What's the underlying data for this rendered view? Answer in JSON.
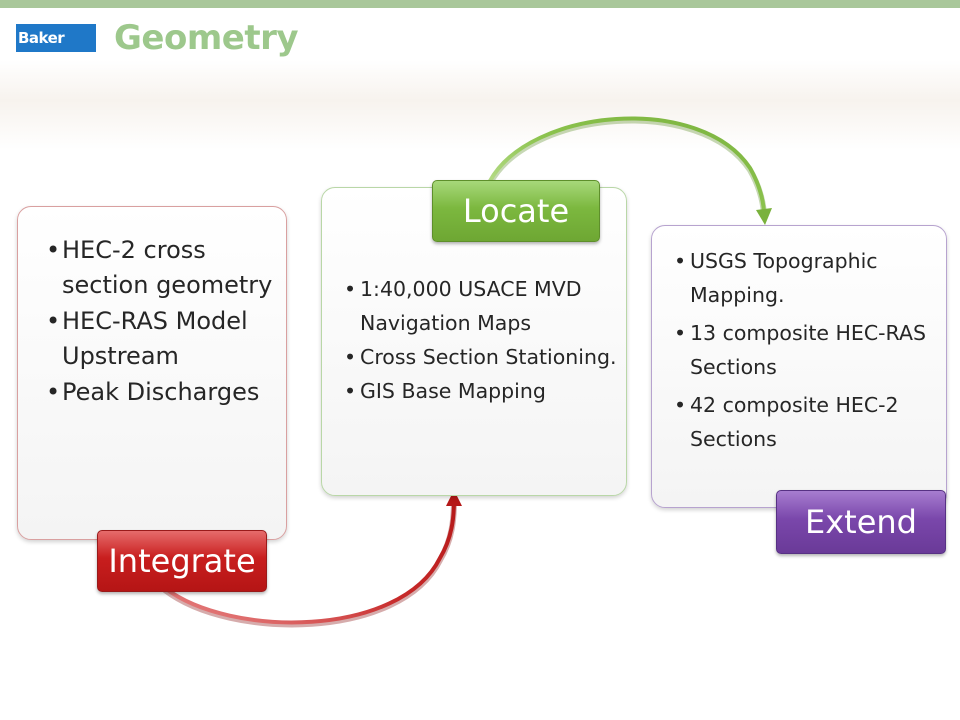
{
  "header": {
    "logo_text": "Baker",
    "title": "Geometry"
  },
  "colors": {
    "title_green": "#9dc88c",
    "logo_blue": "#1f78c8",
    "integrate_red": "#c81e1e",
    "locate_green": "#7cb83f",
    "extend_purple": "#7a47ab"
  },
  "steps": [
    {
      "label": "Integrate",
      "bullets": [
        "HEC-2 cross section geometry",
        "HEC-RAS Model Upstream",
        "Peak Discharges"
      ]
    },
    {
      "label": "Locate",
      "bullets": [
        "1:40,000 USACE MVD Navigation Maps",
        "Cross Section Stationing.",
        "GIS Base Mapping"
      ]
    },
    {
      "label": "Extend",
      "bullets": [
        "USGS Topographic Mapping.",
        "13 composite HEC-RAS Sections",
        "42 composite HEC-2 Sections"
      ]
    }
  ]
}
